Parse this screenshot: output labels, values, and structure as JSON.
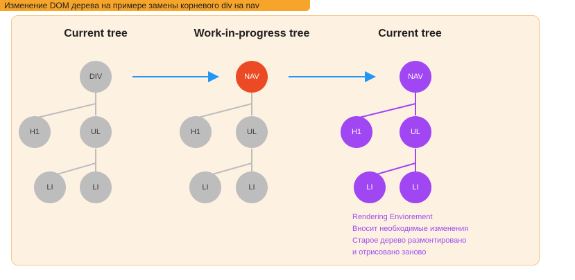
{
  "header": {
    "title": "Изменение DOM дерева на примере замены корневого div на nav"
  },
  "columns": [
    {
      "title": "Current tree"
    },
    {
      "title": "Work-in-progress tree"
    },
    {
      "title": "Current tree"
    }
  ],
  "trees": [
    {
      "root": "DIV",
      "h1": "H1",
      "ul": "UL",
      "li1": "LI",
      "li2": "LI"
    },
    {
      "root": "NAV",
      "h1": "H1",
      "ul": "UL",
      "li1": "LI",
      "li2": "LI"
    },
    {
      "root": "NAV",
      "h1": "H1",
      "ul": "UL",
      "li1": "LI",
      "li2": "LI"
    }
  ],
  "colors": {
    "accent": "#f6a52a",
    "panel_bg": "#fdf1e1",
    "gray_node": "#bdbdbd",
    "changed_node": "#ec4a25",
    "committed_node": "#a046f3",
    "arrow": "#2196f3"
  },
  "note": {
    "lines": [
      "Rendering Enviorement",
      "Вносит необходимые изменения",
      "Старое дерево размонтировано",
      "и отрисовано заново"
    ]
  }
}
